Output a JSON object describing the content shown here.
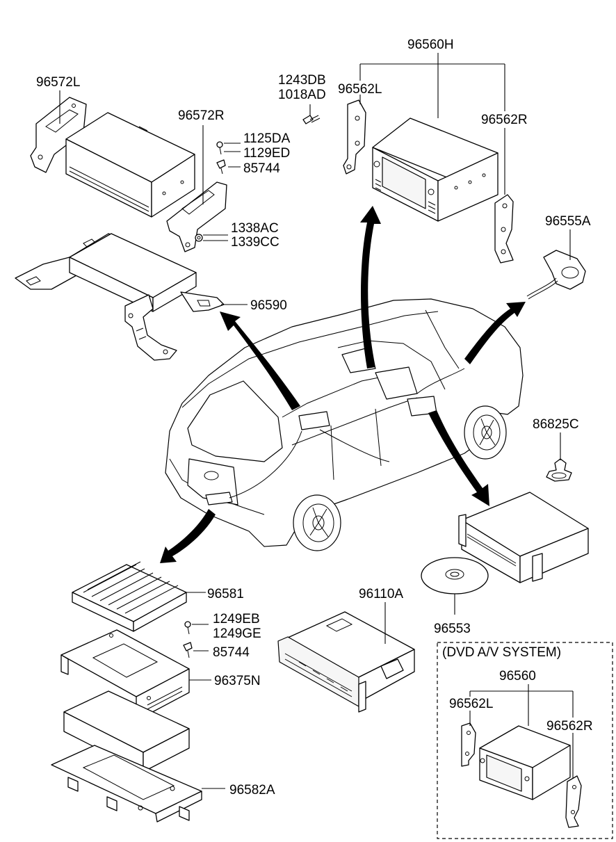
{
  "diagram": {
    "box_title": "(DVD A/V SYSTEM)",
    "labels": {
      "p96572L": "96572L",
      "p96572R": "96572R",
      "p1125DA": "1125DA",
      "p1129ED": "1129ED",
      "p85744_top": "85744",
      "p1338AC": "1338AC",
      "p1339CC": "1339CC",
      "p96590": "96590",
      "p1243DB": "1243DB",
      "p1018AD": "1018AD",
      "p96560H": "96560H",
      "p96562L_top": "96562L",
      "p96562R_top": "96562R",
      "p96555A": "96555A",
      "p86825C": "86825C",
      "p96581": "96581",
      "p1249EB": "1249EB",
      "p1249GE": "1249GE",
      "p85744_bottom": "85744",
      "p96375N": "96375N",
      "p96582A": "96582A",
      "p96110A": "96110A",
      "p96553": "96553",
      "p96560": "96560",
      "p96562L_box": "96562L",
      "p96562R_box": "96562R"
    }
  }
}
